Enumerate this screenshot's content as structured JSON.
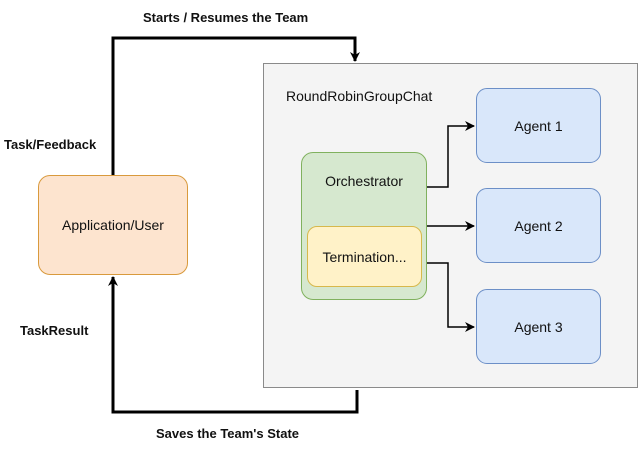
{
  "labels": {
    "top": "Starts / Resumes the Team",
    "bottom": "Saves the Team's State",
    "task_feedback": "Task/Feedback",
    "task_result": "TaskResult"
  },
  "container": {
    "title": "RoundRobinGroupChat"
  },
  "nodes": {
    "app": "Application/User",
    "orchestrator": "Orchestrator",
    "termination": "Termination...",
    "agents": [
      "Agent 1",
      "Agent 2",
      "Agent 3"
    ]
  },
  "colors": {
    "app_fill": "#fde4cf",
    "app_border": "#d99a3d",
    "orch_fill": "#d6e8cf",
    "orch_border": "#80b15e",
    "term_fill": "#fff2c8",
    "term_border": "#d7b84b",
    "agent_fill": "#d9e7fa",
    "agent_border": "#6c8fc7",
    "container_fill": "#f4f4f4"
  }
}
